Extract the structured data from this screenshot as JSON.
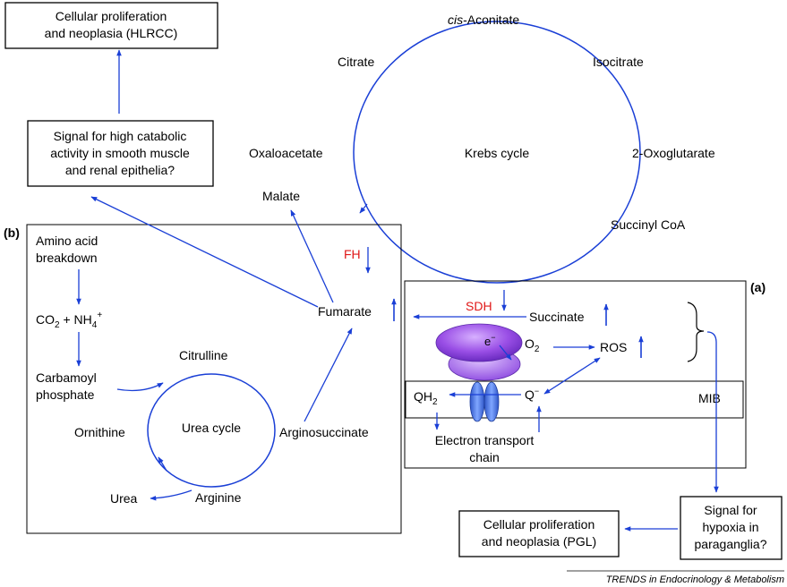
{
  "boxes": {
    "hlrcc": [
      "Cellular proliferation",
      "and neoplasia (HLRCC)"
    ],
    "catabolic": [
      "Signal for high catabolic",
      "activity in smooth muscle",
      "and renal epithelia?"
    ],
    "pgl": [
      "Cellular proliferation",
      "and neoplasia (PGL)"
    ],
    "hypoxia": [
      "Signal for",
      "hypoxia in",
      "paraganglia?"
    ]
  },
  "krebs": {
    "center": "Krebs cycle",
    "cis_prefix": "cis",
    "aconitate": "-Aconitate",
    "citrate": "Citrate",
    "isocitrate": "Isocitrate",
    "oxaloacetate": "Oxaloacetate",
    "oxoglutarate": "2-Oxoglutarate",
    "succinyl": "Succinyl CoA",
    "malate": "Malate"
  },
  "panel_b": {
    "label": "(b)",
    "amino": [
      "Amino acid",
      "breakdown"
    ],
    "co2": "CO",
    "co2_sub": "2",
    "nh4": " + NH",
    "nh4_sub": "4",
    "nh4_sup": "+",
    "carbamoyl": [
      "Carbamoyl",
      "phosphate"
    ],
    "citrulline": "Citrulline",
    "urea_cycle": "Urea cycle",
    "ornithine": "Ornithine",
    "arginosuccinate": "Arginosuccinate",
    "urea": "Urea",
    "arginine": "Arginine",
    "fumarate": "Fumarate",
    "fh": "FH"
  },
  "panel_a": {
    "label": "(a)",
    "sdh": "SDH",
    "succinate": "Succinate",
    "electron": "e",
    "electron_sup": "−",
    "o2": "O",
    "o2_sub": "2",
    "ros": "ROS",
    "qh2": "QH",
    "qh2_sub": "2",
    "q": "Q",
    "q_sup": "−",
    "mib": "MIB",
    "etc": [
      "Electron transport",
      "chain"
    ]
  },
  "credit": "TRENDS in Endocrinology & Metabolism",
  "colors": {
    "arrow": "#1a3fd6",
    "enzyme": "#e01818",
    "complex_top": "#9a4fe6",
    "complex_base": "#3b6fe0"
  }
}
